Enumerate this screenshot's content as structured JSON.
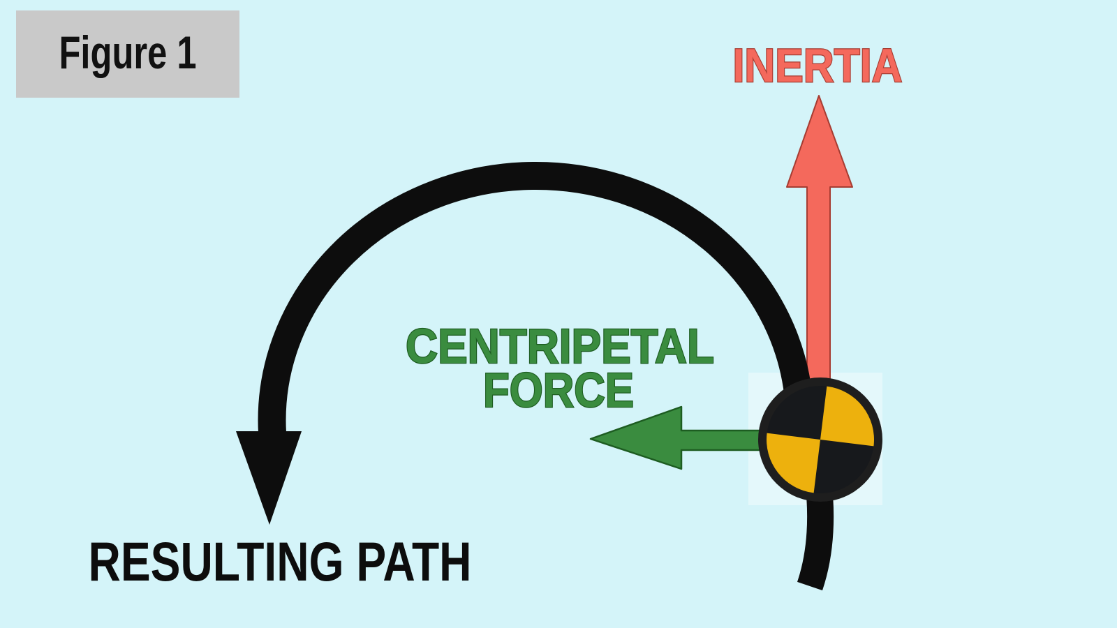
{
  "figure": {
    "label": "Figure 1"
  },
  "diagram": {
    "inertia_label": "INERTIA",
    "centripetal_label_line1": "CENTRIPETAL",
    "centripetal_label_line2": "FORCE",
    "resulting_path_label": "RESULTING PATH",
    "marker_icon": "crash-test-dummy-marker"
  },
  "colors": {
    "background": "#d4f4f9",
    "figure_box_bg": "#c9c9c9",
    "figure_text": "#111111",
    "inertia_fill": "#f4695c",
    "inertia_stroke": "#a63c32",
    "green_fill": "#3a8c3f",
    "green_stroke": "#1d5c21",
    "path_black": "#0d0d0d",
    "dummy_yellow": "#edb10d",
    "dummy_black": "#17191c",
    "dummy_ring": "#1e1e1e",
    "highlight_box": "rgba(255,255,255,0.38)"
  }
}
